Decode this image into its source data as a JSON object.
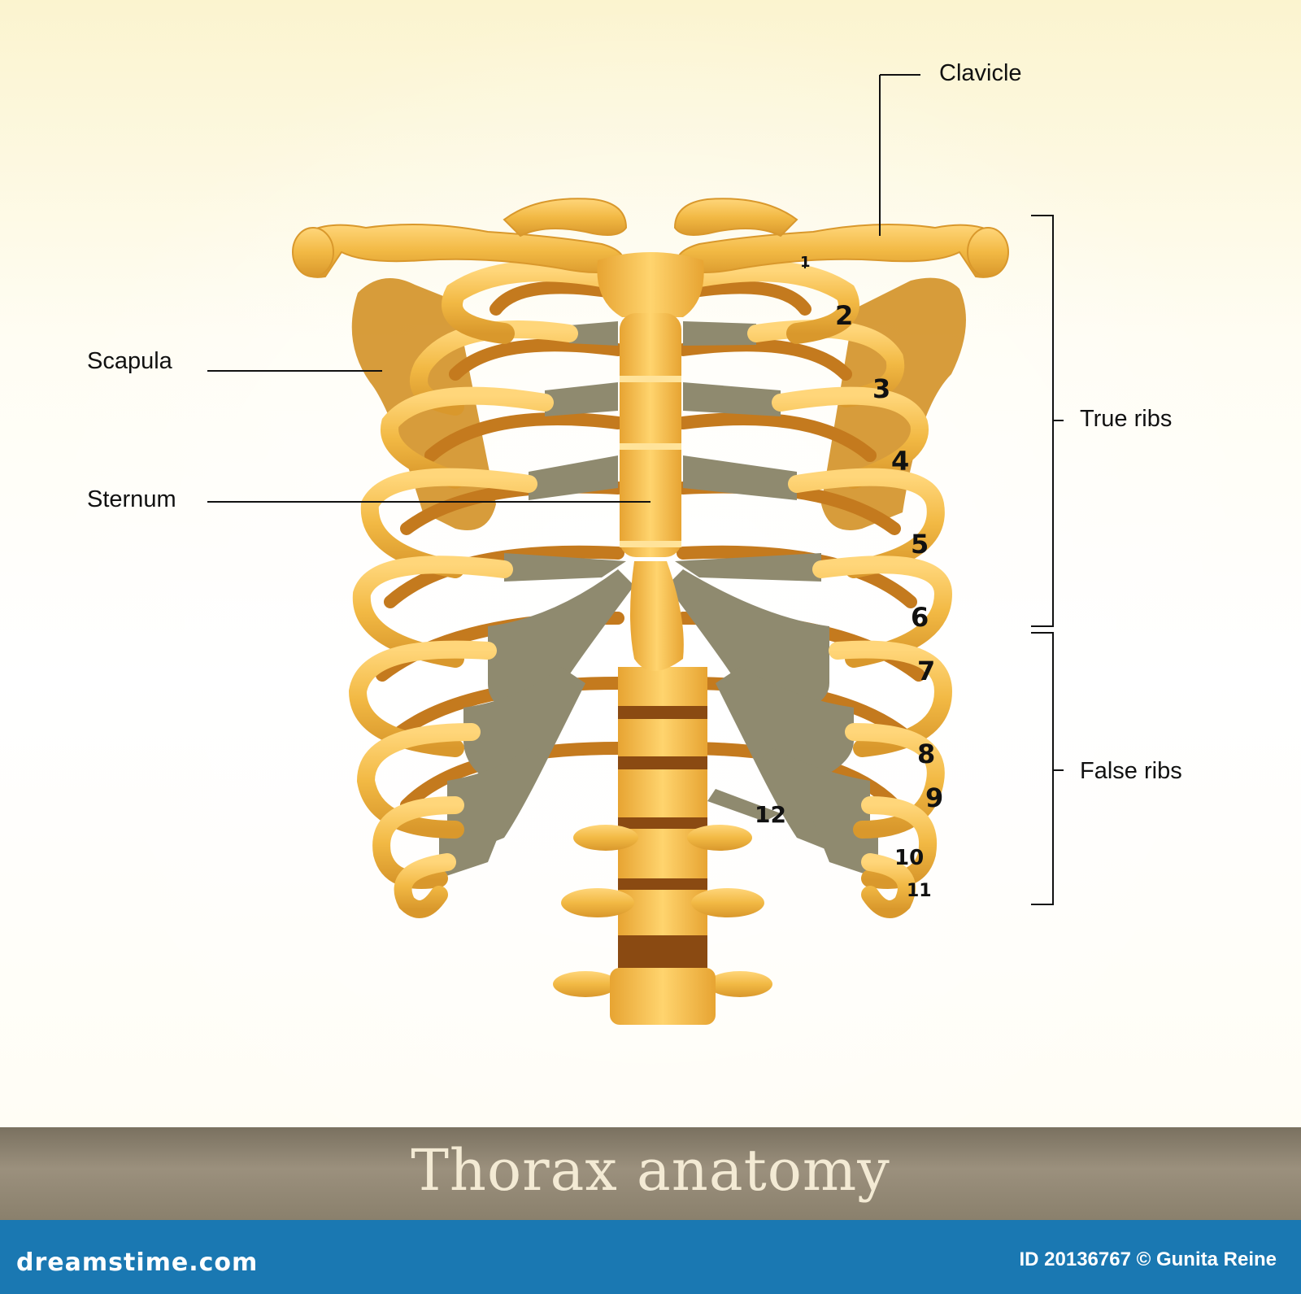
{
  "labels": {
    "clavicle": "Clavicle",
    "scapula": "Scapula",
    "sternum": "Sternum",
    "true_ribs": "True ribs",
    "false_ribs": "False ribs"
  },
  "rib_numbers": [
    "1",
    "2",
    "3",
    "4",
    "5",
    "6",
    "7",
    "8",
    "9",
    "10",
    "11",
    "12"
  ],
  "title": "Thorax anatomy",
  "footer": {
    "site": "dreamstime.com",
    "image_id": "ID 20136767 © Gunita Reine"
  },
  "colors": {
    "bone": "#f0b640",
    "bone_dark": "#c97d20",
    "cartilage": "#8f8a6f",
    "title_band": "#8a806c",
    "footer": "#1a78b2"
  }
}
